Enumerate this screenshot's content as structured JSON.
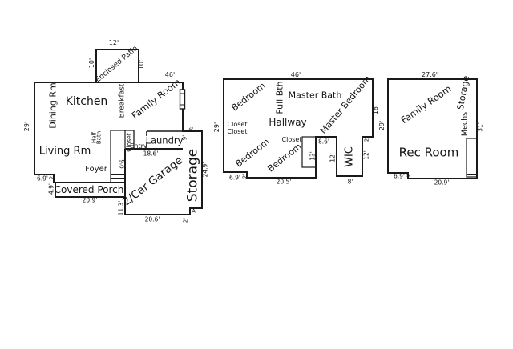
{
  "colors": {
    "wall": "#1a1a1a",
    "text": "#141414",
    "background": "#ffffff"
  },
  "floors": {
    "f1": {
      "rooms": {
        "dining": "Dining Rm",
        "kitchen": "Kitchen",
        "breakfast": "Breakfast",
        "family": "Family Room",
        "patio": "Enclosed Patio",
        "living": "Living Rm",
        "half": "Half",
        "bath": "Bath",
        "closet": "Closet",
        "entry": "Entry",
        "laundry": "Laundry",
        "foyer": "Foyer",
        "porch": "Covered Porch",
        "garage": "2/Car Garage",
        "storage": "Storage"
      },
      "dims": {
        "top": "46'",
        "left": "29'",
        "patio_w": "12'",
        "patio_side_l": "10'",
        "patio_side_r": "10'",
        "laundry_w": "18.6'",
        "entry_h": "9'6",
        "laundry_side": "9'",
        "storage_top": "6'",
        "storage_side": "24.9'",
        "garage_side": "11.3'",
        "garage_w": "20.6'",
        "porch_w": "20.9'",
        "porch_h": "4.9'",
        "notch_w": "6.9'",
        "notch_h": "2'",
        "step_w": "4'",
        "step_h": "2'"
      }
    },
    "f2": {
      "rooms": {
        "bedroom": "Bedroom",
        "fullbath": "Full Bth",
        "masterbath": "Master Bath",
        "masterbed": "Master Bedroom",
        "hallway": "Hallway",
        "closet": "Closet",
        "wic": "WIC"
      },
      "dims": {
        "top": "46'",
        "left": "29'",
        "right": "18'",
        "hall_w": "8.6'",
        "wic_step": "2'",
        "wic_left": "12'",
        "wic_right": "12'",
        "stair_h": "13'",
        "wic_w": "8'",
        "notch_w": "6.9'",
        "notch_h": "2'",
        "bottom": "20.5'"
      }
    },
    "bsmt": {
      "rooms": {
        "family": "Family Room",
        "storage": "Storage",
        "mechs": "Mechs",
        "rec": "Rec Room"
      },
      "dims": {
        "top": "27.6'",
        "left": "29'",
        "right": "31'",
        "notch_w": "6.9'",
        "notch_h": "2'",
        "bottom": "20.9'"
      }
    }
  }
}
